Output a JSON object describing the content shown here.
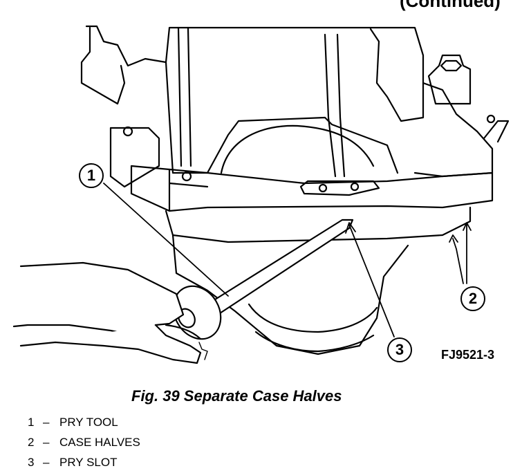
{
  "header_fragment": "(Continued)",
  "figure_code": "FJ9521-3",
  "callouts": [
    "1",
    "2",
    "3"
  ],
  "caption": "Fig. 39 Separate Case Halves",
  "legend": [
    {
      "num": "1",
      "sep": "–",
      "text": "PRY TOOL"
    },
    {
      "num": "2",
      "sep": "–",
      "text": "CASE HALVES"
    },
    {
      "num": "3",
      "sep": "–",
      "text": "PRY SLOT"
    }
  ]
}
